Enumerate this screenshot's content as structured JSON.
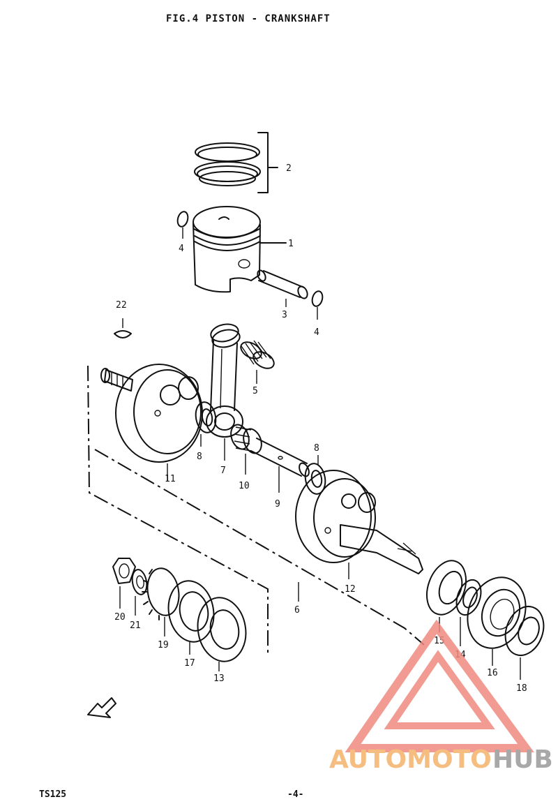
{
  "header": {
    "title": "FIG.4 PISTON - CRANKSHAFT"
  },
  "footer": {
    "model": "TS125",
    "page": "-4-"
  },
  "watermark": {
    "brand_a": "AUTOMOTO",
    "brand_b": "HUB",
    "color_primary": "#f08a80",
    "color_secondary": "#f5b26b",
    "color_tertiary": "#9a9a9a"
  },
  "callouts": [
    {
      "id": "c1",
      "text": "1"
    },
    {
      "id": "c2",
      "text": "2"
    },
    {
      "id": "c3",
      "text": "3"
    },
    {
      "id": "c4a",
      "text": "4"
    },
    {
      "id": "c4b",
      "text": "4"
    },
    {
      "id": "c5",
      "text": "5"
    },
    {
      "id": "c6",
      "text": "6"
    },
    {
      "id": "c7",
      "text": "7"
    },
    {
      "id": "c8a",
      "text": "8"
    },
    {
      "id": "c8b",
      "text": "8"
    },
    {
      "id": "c9",
      "text": "9"
    },
    {
      "id": "c10",
      "text": "10"
    },
    {
      "id": "c11",
      "text": "11"
    },
    {
      "id": "c12",
      "text": "12"
    },
    {
      "id": "c13",
      "text": "13"
    },
    {
      "id": "c14",
      "text": "14"
    },
    {
      "id": "c15",
      "text": "15"
    },
    {
      "id": "c16",
      "text": "16"
    },
    {
      "id": "c17",
      "text": "17"
    },
    {
      "id": "c18",
      "text": "18"
    },
    {
      "id": "c19",
      "text": "19"
    },
    {
      "id": "c20",
      "text": "20"
    },
    {
      "id": "c21",
      "text": "21"
    },
    {
      "id": "c22",
      "text": "22"
    }
  ]
}
